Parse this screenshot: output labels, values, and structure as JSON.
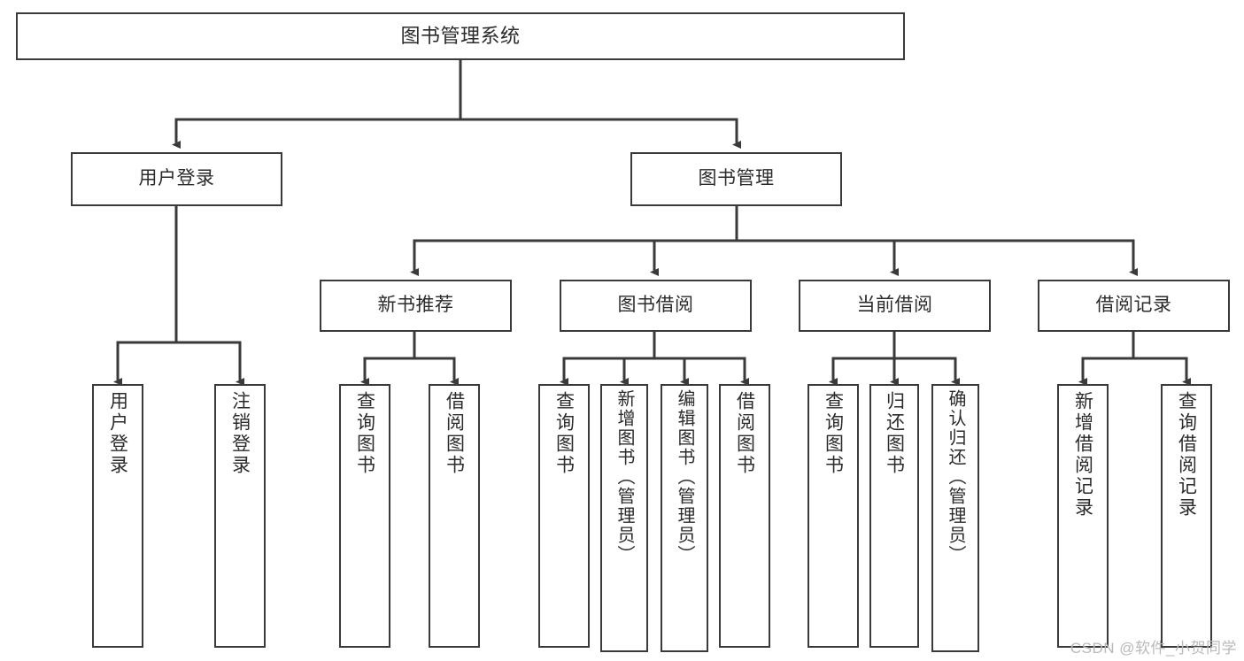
{
  "diagram": {
    "kind": "tree-structure-chart",
    "title": "图书管理系统",
    "watermark": "CSDN @软件_小贺同学",
    "colors": {
      "background": "#ffffff",
      "stroke": "#3a3a3a",
      "text": "#2b2b2b",
      "watermark": "#b9b9b9"
    },
    "nodes": {
      "root": "图书管理系统",
      "level2": [
        "用户登录",
        "图书管理"
      ],
      "level3": [
        "新书推荐",
        "图书借阅",
        "当前借阅",
        "借阅记录"
      ],
      "leaves_user_login": [
        "用户登录",
        "注销登录"
      ],
      "leaves_new_book": [
        "查询图书",
        "借阅图书"
      ],
      "leaves_borrow": [
        "查询图书",
        "新增图书（管理员）",
        "编辑图书（管理员）",
        "借阅图书"
      ],
      "leaves_current": [
        "查询图书",
        "归还图书",
        "确认归还（管理员）"
      ],
      "leaves_record": [
        "新增借阅记录",
        "查询借阅记录"
      ]
    }
  }
}
